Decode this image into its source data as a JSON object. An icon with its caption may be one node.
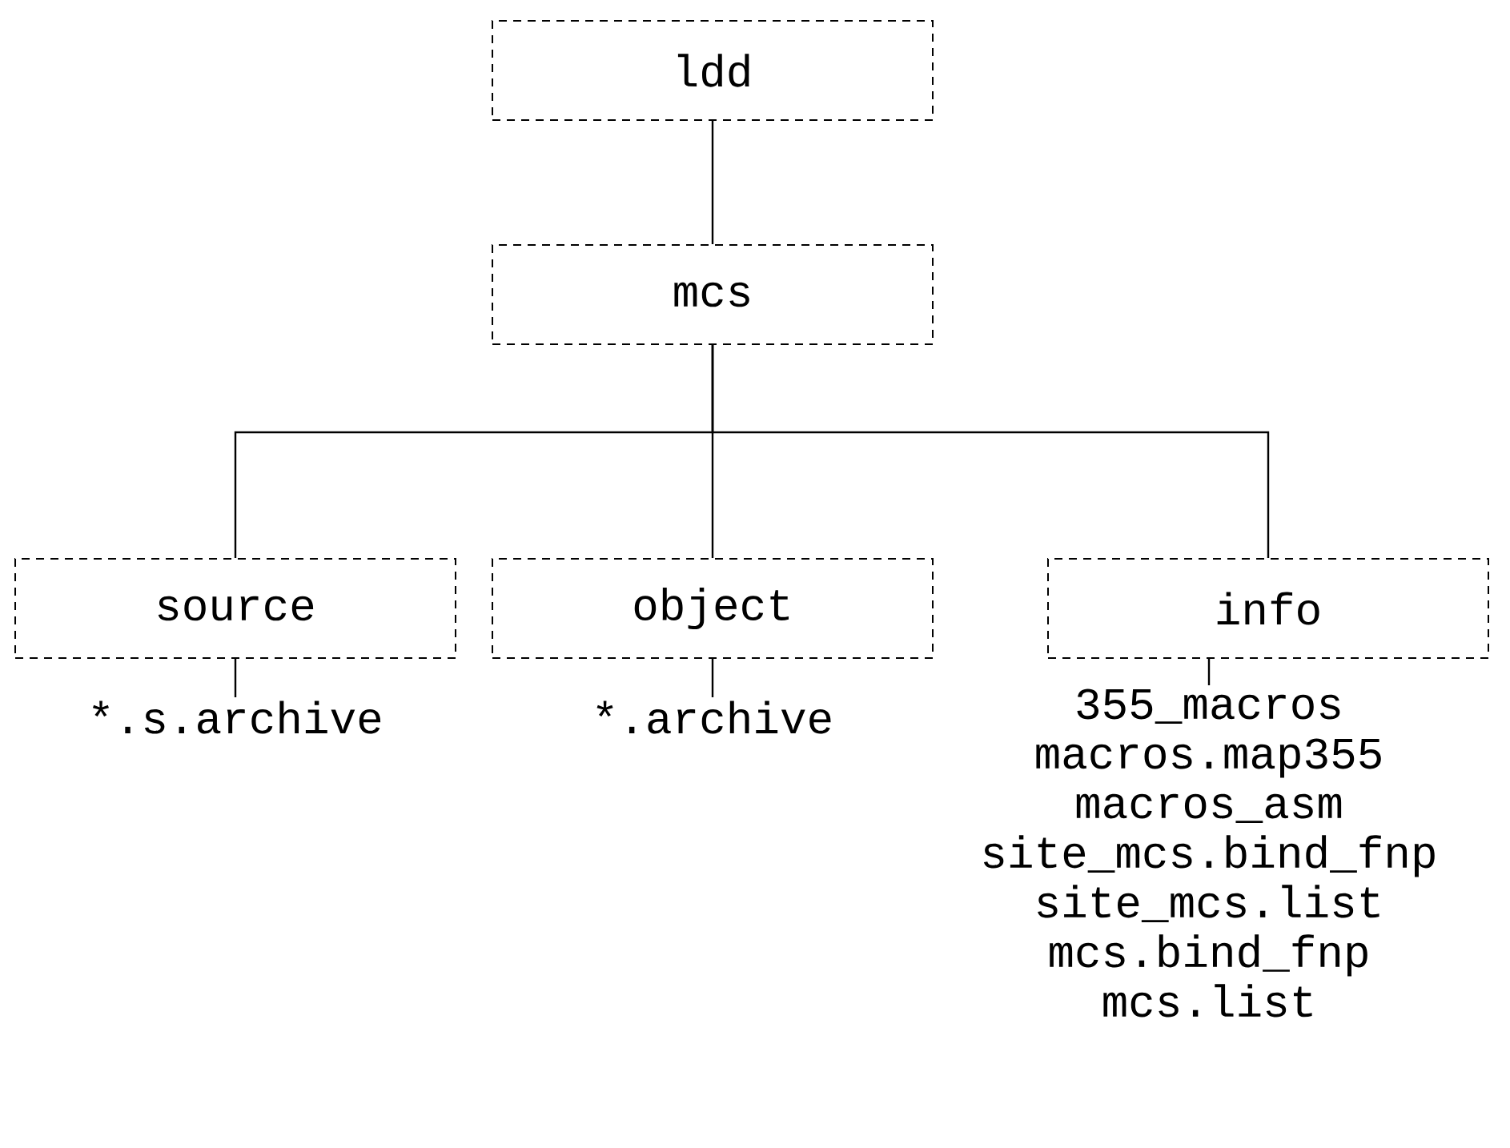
{
  "diagram": {
    "nodes": [
      {
        "text": [
          "ldd"
        ]
      },
      {
        "text": [
          "mcs"
        ]
      },
      {
        "text": [
          "source"
        ]
      },
      {
        "text": [
          "object"
        ]
      },
      {
        "text": [
          "info"
        ]
      },
      {
        "text": [
          "*.s.archive"
        ]
      },
      {
        "text": [
          "*.archive"
        ]
      },
      {
        "text": [
          "355_macros",
          "macros.map355",
          "macros_asm",
          "site_mcs.bind_fnp",
          "site_mcs.list",
          "mcs.bind_fnp",
          "mcs.list"
        ]
      }
    ],
    "edges": [
      {
        "from": 0,
        "to": 1,
        "arrow": "none"
      },
      {
        "from": 1,
        "to": 2,
        "arrow": "none"
      },
      {
        "from": 1,
        "to": 3,
        "arrow": "none"
      },
      {
        "from": 1,
        "to": 4,
        "arrow": "none"
      },
      {
        "from": 2,
        "to": 5,
        "arrow": "none"
      },
      {
        "from": 3,
        "to": 6,
        "arrow": "none"
      },
      {
        "from": 4,
        "to": 7,
        "arrow": "none"
      }
    ]
  }
}
